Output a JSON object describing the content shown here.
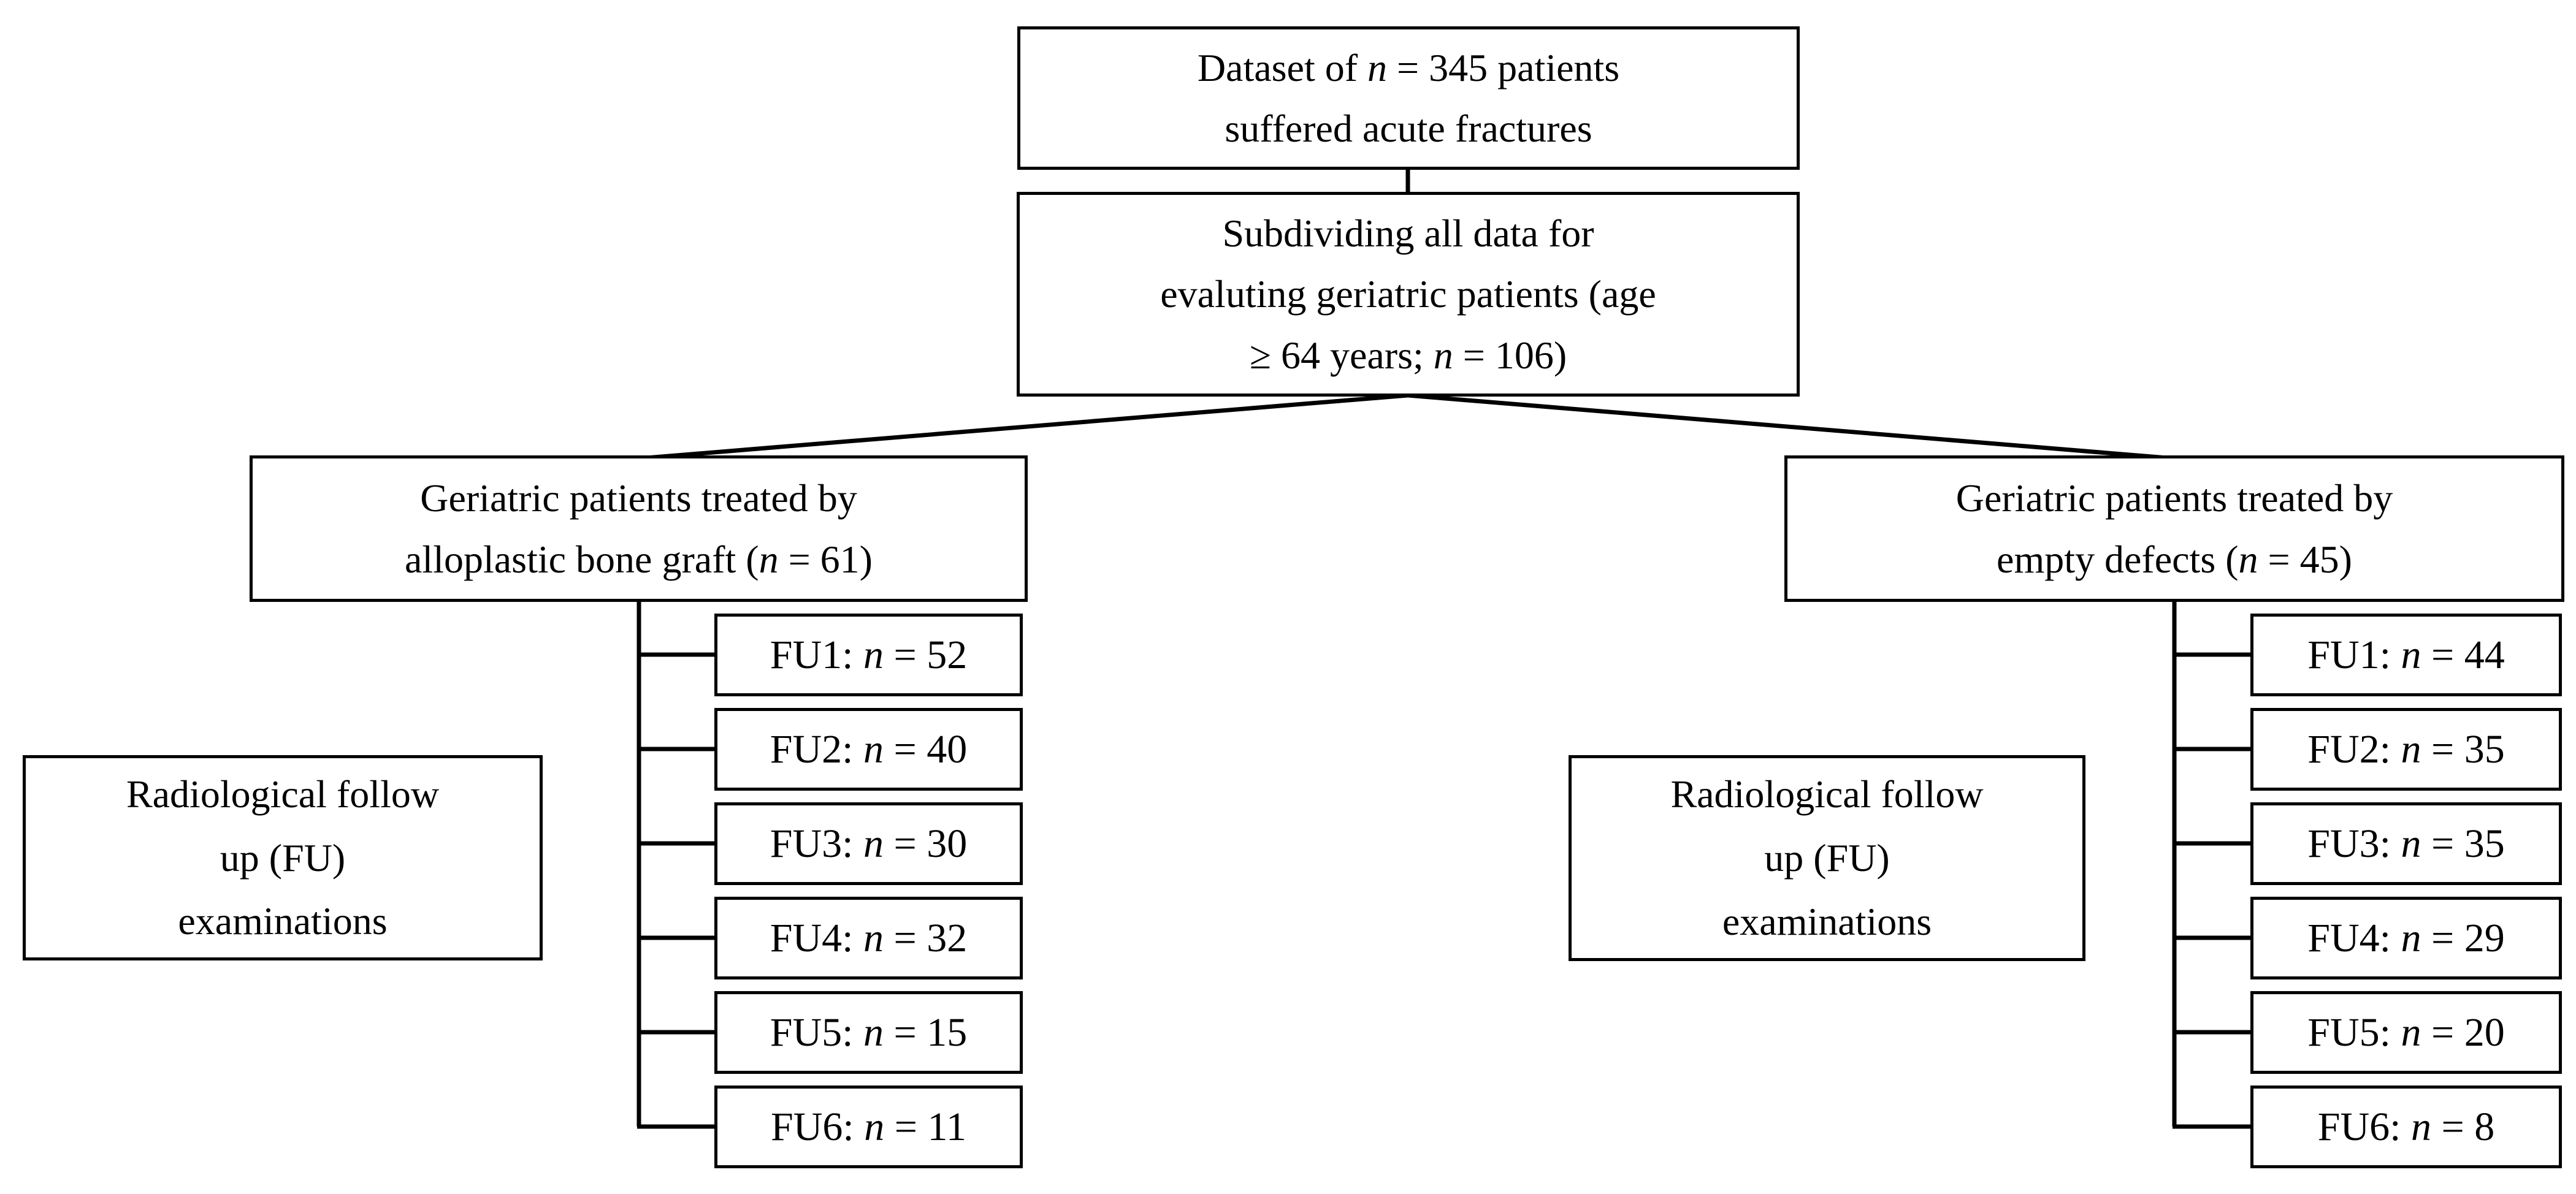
{
  "diagram": {
    "root_box": {
      "line1_prefix": "Dataset of ",
      "var": "n",
      "line1_suffix": " = 345 patients",
      "line2": "suffered acute fractures",
      "count": 345
    },
    "subdivide_box": {
      "line1": "Subdividing all data for",
      "line2": "evaluting geriatric patients (age",
      "line3_prefix": "≥ 64 years; ",
      "var": "n",
      "line3_suffix": " = 106)",
      "count": 106
    },
    "left_branch_box": {
      "line1": "Geriatric patients treated by",
      "line2_prefix": "alloplastic bone graft (",
      "var": "n",
      "line2_suffix": " = 61)",
      "count": 61
    },
    "right_branch_box": {
      "line1": "Geriatric patients treated by",
      "line2_prefix": "empty defects (",
      "var": "n",
      "line2_suffix": " = 45)",
      "count": 45
    },
    "left_label_box": {
      "line1": "Radiological follow",
      "line2": "up (FU)",
      "line3": "examinations"
    },
    "right_label_box": {
      "line1": "Radiological follow",
      "line2": "up (FU)",
      "line3": "examinations"
    },
    "left_followups": [
      {
        "name": "FU1",
        "prefix": "FU1: ",
        "var": "n",
        "suffix": " = 52",
        "count": 52
      },
      {
        "name": "FU2",
        "prefix": "FU2: ",
        "var": "n",
        "suffix": " = 40",
        "count": 40
      },
      {
        "name": "FU3",
        "prefix": "FU3: ",
        "var": "n",
        "suffix": " = 30",
        "count": 30
      },
      {
        "name": "FU4",
        "prefix": "FU4: ",
        "var": "n",
        "suffix": " = 32",
        "count": 32
      },
      {
        "name": "FU5",
        "prefix": "FU5: ",
        "var": "n",
        "suffix": " = 15",
        "count": 15
      },
      {
        "name": "FU6",
        "prefix": "FU6: ",
        "var": "n",
        "suffix": " = 11",
        "count": 11
      }
    ],
    "right_followups": [
      {
        "name": "FU1",
        "prefix": "FU1: ",
        "var": "n",
        "suffix": " = 44",
        "count": 44
      },
      {
        "name": "FU2",
        "prefix": "FU2: ",
        "var": "n",
        "suffix": " = 35",
        "count": 35
      },
      {
        "name": "FU3",
        "prefix": "FU3: ",
        "var": "n",
        "suffix": " = 35",
        "count": 35
      },
      {
        "name": "FU4",
        "prefix": "FU4: ",
        "var": "n",
        "suffix": " = 29",
        "count": 29
      },
      {
        "name": "FU5",
        "prefix": "FU5: ",
        "var": "n",
        "suffix": " = 20",
        "count": 20
      },
      {
        "name": "FU6",
        "prefix": "FU6: ",
        "var": "n",
        "suffix": " = 8",
        "count": 8
      }
    ]
  },
  "colors": {
    "border": "#000000",
    "background": "#ffffff",
    "text": "#000000"
  }
}
